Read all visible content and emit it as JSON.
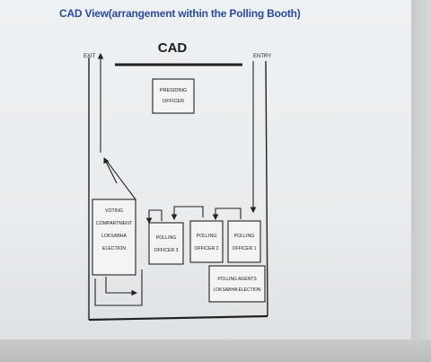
{
  "slide": {
    "title": "CAD View(arrangement within the Polling Booth)"
  },
  "diagram": {
    "cad_label": "CAD",
    "exit_label": "EXIT",
    "entry_label": "ENTRY",
    "presiding_officer": [
      "PRESIDING",
      "OFFICER"
    ],
    "voting_compartment": [
      "VOTING",
      "COMPARTMENT",
      "LOKSABHA",
      "ELECTION"
    ],
    "polling_officer_3": [
      "POLLING",
      "OFFICER 3"
    ],
    "polling_officer_2": [
      "POLLING",
      "OFFICER 2"
    ],
    "polling_officer_1": [
      "POLLING",
      "OFFICER 1"
    ],
    "polling_agents": [
      "POLLING AGENTS",
      "LOKSABHA ELECTION"
    ]
  }
}
